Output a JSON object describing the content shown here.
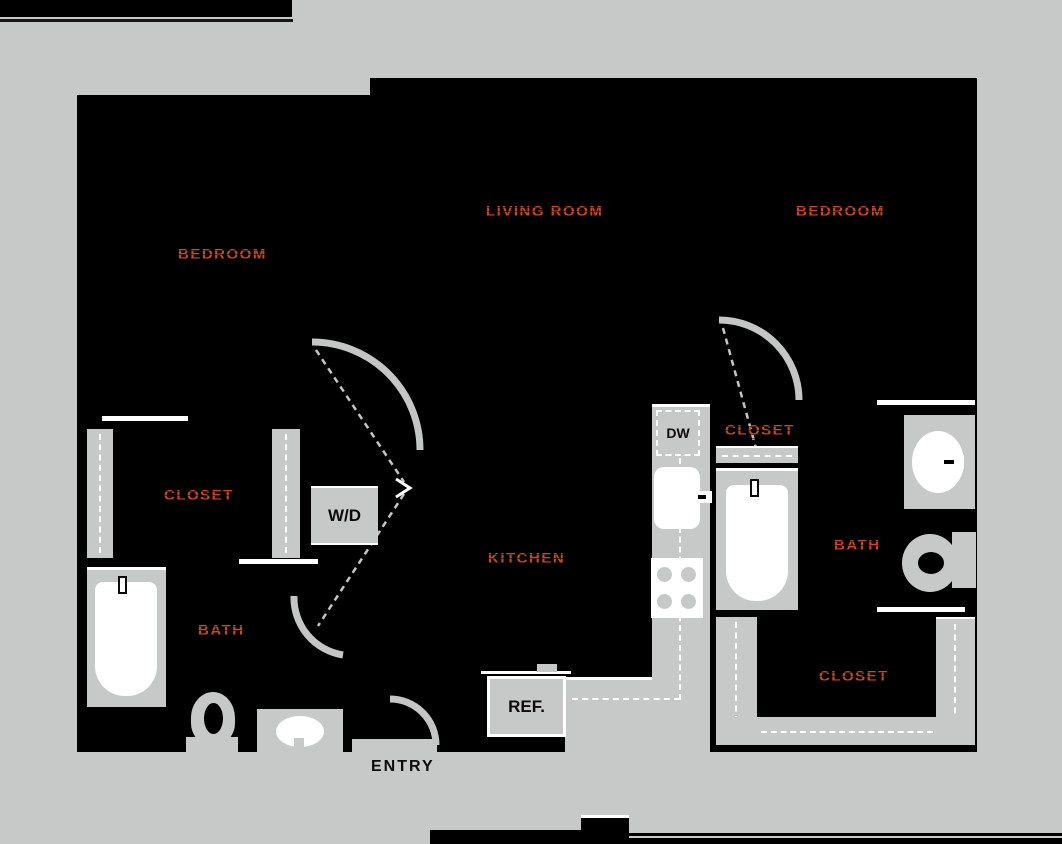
{
  "palette": {
    "bg": "#c7c9c8",
    "ink": "#000000",
    "accent": "#d14718",
    "fixture": "#c7c9c8",
    "white": "#ffffff"
  },
  "floorplan": {
    "rooms": {
      "bedroom_left": "BEDROOM",
      "living_room": "LIVING ROOM",
      "bedroom_right": "BEDROOM",
      "closet_left": "CLOSET",
      "closet_right_upper": "CLOSET",
      "closet_right_lower": "CLOSET",
      "kitchen": "KITCHEN",
      "bath_left": "BATH",
      "bath_right": "BATH",
      "entry": "ENTRY"
    },
    "appliances": {
      "washer_dryer": "W/D",
      "dishwasher": "DW",
      "refrigerator": "REF."
    }
  }
}
